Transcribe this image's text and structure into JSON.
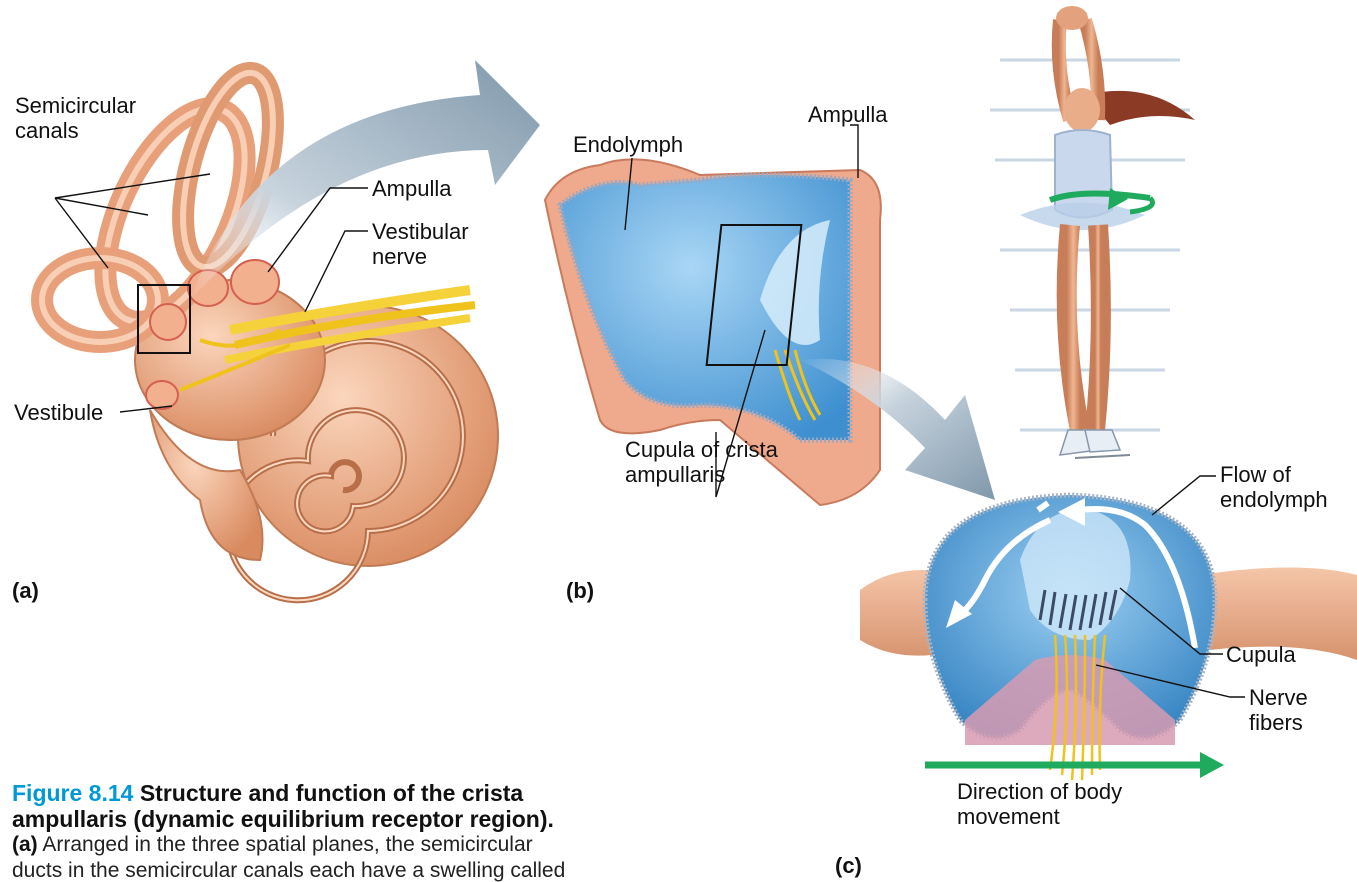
{
  "labels": {
    "semicircular_canals": [
      "Semicircular",
      "canals"
    ],
    "ampulla_a": "Ampulla",
    "vestibular_nerve": [
      "Vestibular",
      "nerve"
    ],
    "vestibule": "Vestibule",
    "endolymph": "Endolymph",
    "ampulla_b": "Ampulla",
    "cupula_of_crista": [
      "Cupula of crista",
      "ampullaris"
    ],
    "flow_of_endolymph": [
      "Flow of",
      "endolymph"
    ],
    "cupula": "Cupula",
    "nerve_fibers": [
      "Nerve",
      "fibers"
    ],
    "direction_of_body_movement": [
      "Direction of body",
      "movement"
    ]
  },
  "panels": {
    "a": "(a)",
    "b": "(b)",
    "c": "(c)"
  },
  "caption": {
    "figure_number": "Figure 8.14",
    "title_line1": "Structure and function of the crista",
    "title_line2": "ampullaris (dynamic equilibrium receptor region).",
    "body_tag": "(a)",
    "body_line1": "Arranged in the three spatial planes, the semicircular",
    "body_line2": "ducts in the semicircular canals each have a swelling called"
  },
  "colors": {
    "arrow_gray_blue": "#8fa6b8",
    "endolymph_blue": "#6fb2e6",
    "tissue_peach": "#e9a47f",
    "nerve_yellow": "#f6d23a",
    "green_arrow": "#1faa5e",
    "caption_blue": "#0099d6"
  }
}
